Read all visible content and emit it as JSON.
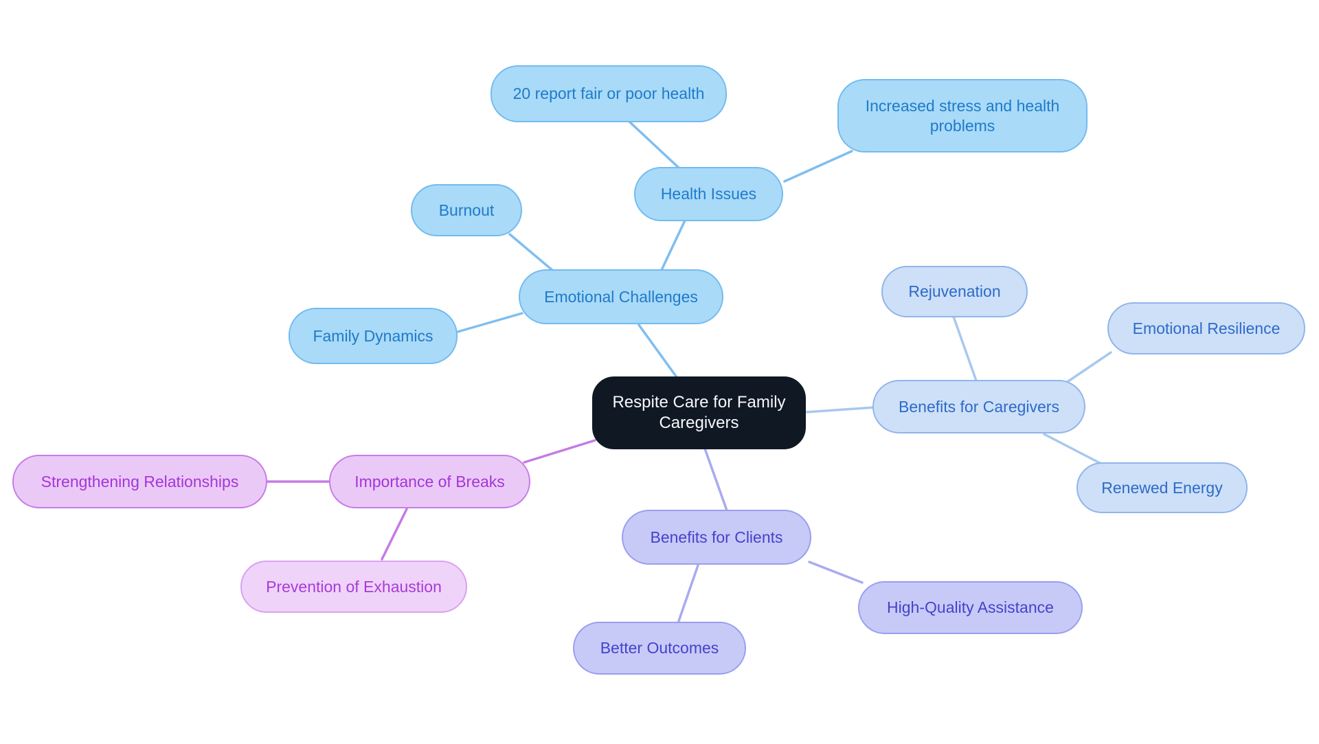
{
  "diagram": {
    "type": "mindmap",
    "title": "Respite Care for Family Caregivers",
    "nodes": [
      {
        "id": "center",
        "label": "Respite Care for Family Caregivers",
        "cluster": "root"
      },
      {
        "id": "emotional-challenges",
        "label": "Emotional Challenges",
        "cluster": "emotional-challenges-branch"
      },
      {
        "id": "burnout",
        "label": "Burnout",
        "cluster": "emotional-challenges-branch"
      },
      {
        "id": "family-dynamics",
        "label": "Family Dynamics",
        "cluster": "emotional-challenges-branch"
      },
      {
        "id": "health-issues",
        "label": "Health Issues",
        "cluster": "emotional-challenges-branch"
      },
      {
        "id": "report-health",
        "label": "20 report fair or poor health",
        "cluster": "emotional-challenges-branch"
      },
      {
        "id": "increased-stress",
        "label": "Increased stress and health problems",
        "cluster": "emotional-challenges-branch"
      },
      {
        "id": "benefits-caregivers",
        "label": "Benefits for Caregivers",
        "cluster": "caregivers-branch"
      },
      {
        "id": "rejuvenation",
        "label": "Rejuvenation",
        "cluster": "caregivers-branch"
      },
      {
        "id": "emotional-resilience",
        "label": "Emotional Resilience",
        "cluster": "caregivers-branch"
      },
      {
        "id": "renewed-energy",
        "label": "Renewed Energy",
        "cluster": "caregivers-branch"
      },
      {
        "id": "benefits-clients",
        "label": "Benefits for Clients",
        "cluster": "clients-branch"
      },
      {
        "id": "high-quality-assistance",
        "label": "High-Quality Assistance",
        "cluster": "clients-branch"
      },
      {
        "id": "better-outcomes",
        "label": "Better Outcomes",
        "cluster": "clients-branch"
      },
      {
        "id": "importance-breaks",
        "label": "Importance of Breaks",
        "cluster": "breaks-branch"
      },
      {
        "id": "strengthening-relationships",
        "label": "Strengthening Relationships",
        "cluster": "breaks-branch"
      },
      {
        "id": "prevention-exhaustion",
        "label": "Prevention of Exhaustion",
        "cluster": "breaks-branch"
      }
    ],
    "edges": [
      {
        "from": "center",
        "to": "emotional-challenges"
      },
      {
        "from": "emotional-challenges",
        "to": "burnout"
      },
      {
        "from": "emotional-challenges",
        "to": "family-dynamics"
      },
      {
        "from": "emotional-challenges",
        "to": "health-issues"
      },
      {
        "from": "health-issues",
        "to": "report-health"
      },
      {
        "from": "health-issues",
        "to": "increased-stress"
      },
      {
        "from": "center",
        "to": "benefits-caregivers"
      },
      {
        "from": "benefits-caregivers",
        "to": "rejuvenation"
      },
      {
        "from": "benefits-caregivers",
        "to": "emotional-resilience"
      },
      {
        "from": "benefits-caregivers",
        "to": "renewed-energy"
      },
      {
        "from": "center",
        "to": "benefits-clients"
      },
      {
        "from": "benefits-clients",
        "to": "high-quality-assistance"
      },
      {
        "from": "benefits-clients",
        "to": "better-outcomes"
      },
      {
        "from": "center",
        "to": "importance-breaks"
      },
      {
        "from": "importance-breaks",
        "to": "strengthening-relationships"
      },
      {
        "from": "importance-breaks",
        "to": "prevention-exhaustion"
      }
    ],
    "colors": {
      "background": "#FFFFFF",
      "root": {
        "fill": "#101823",
        "text": "#F7F9FB"
      },
      "emotional_challenges_branch": {
        "fill": "#A9DAF8",
        "border": "#73BBEF",
        "text": "#1E7BC9",
        "edge": "#7EBEF0"
      },
      "caregivers_branch": {
        "fill": "#CDE0F8",
        "border": "#90B5EA",
        "text": "#2E6AC8",
        "edge": "#A8C8F0"
      },
      "clients_branch": {
        "fill": "#C7CAF7",
        "border": "#9A9EED",
        "text": "#4542CB",
        "edge": "#A8ABF0"
      },
      "breaks_branch": {
        "fill": "#EBC9F7",
        "border": "#C77BE6",
        "text": "#A336D8",
        "edge": "#C47BE5"
      },
      "prevention_node": {
        "fill": "#EFD3F9",
        "border": "#D9A2F0",
        "text": "#A83BD9"
      }
    }
  }
}
